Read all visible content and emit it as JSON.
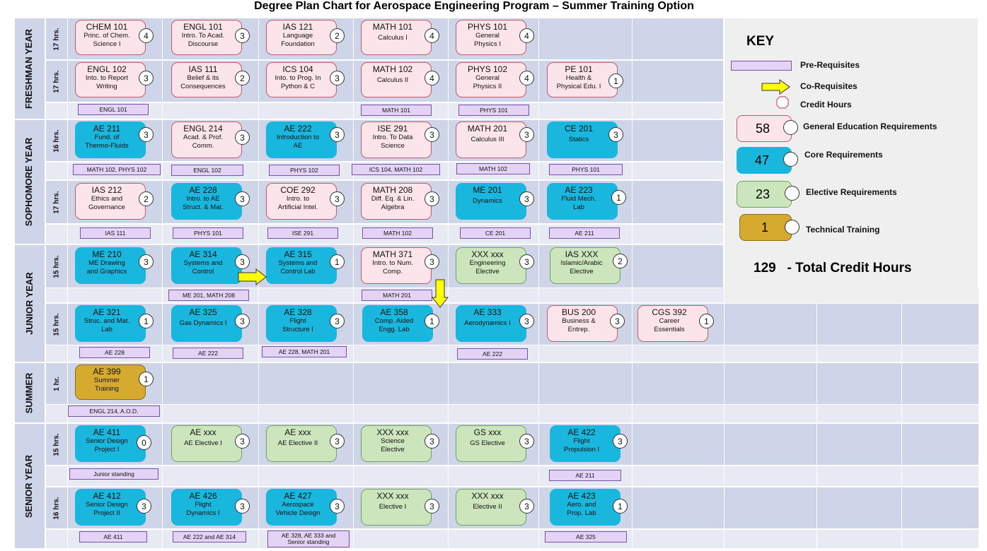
{
  "title": "Degree Plan Chart for Aerospace Engineering Program – Summer Training Option",
  "years": {
    "freshman": "FRESHMAN YEAR",
    "sophomore": "SOPHOMORE YEAR",
    "junior": "JUNIOR YEAR",
    "summer": "SUMMER",
    "senior": "SENIOR YEAR"
  },
  "semester_hours": [
    "17 hrs.",
    "17 hrs.",
    "16 hrs.",
    "17 hrs.",
    "15 hrs.",
    "15 hrs.",
    "1 hr.",
    "15 hrs.",
    "16 hrs."
  ],
  "courses": [
    {
      "code": "CHEM 101",
      "name": "Princ. of Chem.\nScience I",
      "credits": "4",
      "type": "gen"
    },
    {
      "code": "ENGL 101",
      "name": "Intro. To Acad.\nDiscourse",
      "credits": "3",
      "type": "gen"
    },
    {
      "code": "IAS 121",
      "name": "Language\nFoundation",
      "credits": "2",
      "type": "gen"
    },
    {
      "code": "MATH 101",
      "name": "Calculus I",
      "credits": "4",
      "type": "gen"
    },
    {
      "code": "PHYS 101",
      "name": "General\nPhysics I",
      "credits": "4",
      "type": "gen"
    },
    {
      "code": "ENGL 102",
      "name": "Into. to Report\nWriting",
      "credits": "3",
      "type": "gen"
    },
    {
      "code": "IAS 111",
      "name": "Belief & its\nConsequences",
      "credits": "2",
      "type": "gen"
    },
    {
      "code": "ICS 104",
      "name": "Into. to Prog. In\nPython & C",
      "credits": "3",
      "type": "gen"
    },
    {
      "code": "MATH 102",
      "name": "Calculus II",
      "credits": "4",
      "type": "gen"
    },
    {
      "code": "PHYS 102",
      "name": "General\nPhysics II",
      "credits": "4",
      "type": "gen"
    },
    {
      "code": "PE 101",
      "name": "Health &\nPhysical Edu. I",
      "credits": "1",
      "type": "gen"
    },
    {
      "code": "AE 211",
      "name": "Fund. of\nThermo-Fluids",
      "credits": "3",
      "type": "core"
    },
    {
      "code": "ENGL 214",
      "name": "Acad. & Prof.\nComm.",
      "credits": "3",
      "type": "gen"
    },
    {
      "code": "AE 222",
      "name": "Introduction to\nAE",
      "credits": "3",
      "type": "core"
    },
    {
      "code": "ISE 291",
      "name": "Intro. To Data\nScience",
      "credits": "3",
      "type": "gen"
    },
    {
      "code": "MATH 201",
      "name": "Calculus III",
      "credits": "3",
      "type": "gen"
    },
    {
      "code": "CE 201",
      "name": "Statics",
      "credits": "3",
      "type": "core"
    },
    {
      "code": "IAS 212",
      "name": "Ethics and\nGovernance",
      "credits": "2",
      "type": "gen"
    },
    {
      "code": "AE 228",
      "name": "Intro. to AE\nStruct. & Mat.",
      "credits": "3",
      "type": "core"
    },
    {
      "code": "COE 292",
      "name": "Intro. to\nArtificial Intel.",
      "credits": "3",
      "type": "gen"
    },
    {
      "code": "MATH 208",
      "name": "Diff. Eq. & Lin.\nAlgebra",
      "credits": "3",
      "type": "gen"
    },
    {
      "code": "ME 201",
      "name": "Dynamics",
      "credits": "3",
      "type": "core"
    },
    {
      "code": "AE 223",
      "name": "Fluid Mech.\nLab",
      "credits": "1",
      "type": "core"
    },
    {
      "code": "ME 210",
      "name": "ME Drawing\nand Graphics",
      "credits": "3",
      "type": "core"
    },
    {
      "code": "AE 314",
      "name": "Systems and\nControl",
      "credits": "3",
      "type": "core"
    },
    {
      "code": "AE 315",
      "name": "Systems and\nControl Lab",
      "credits": "1",
      "type": "core"
    },
    {
      "code": "MATH 371",
      "name": "Intro. to Num.\nComp.",
      "credits": "3",
      "type": "gen"
    },
    {
      "code": "XXX xxx",
      "name": "Engineering\nElective",
      "credits": "3",
      "type": "elec"
    },
    {
      "code": "IAS XXX",
      "name": "Islamic/Arabic\nElective",
      "credits": "2",
      "type": "elec"
    },
    {
      "code": "AE 321",
      "name": "Struc. and Mat.\nLab",
      "credits": "1",
      "type": "core"
    },
    {
      "code": "AE 325",
      "name": "Gas Dynamics I",
      "credits": "3",
      "type": "core"
    },
    {
      "code": "AE 328",
      "name": "Flight\nStructure I",
      "credits": "3",
      "type": "core"
    },
    {
      "code": "AE 358",
      "name": "Comp. Aided\nEngg. Lab",
      "credits": "1",
      "type": "core"
    },
    {
      "code": "AE 333",
      "name": "Aerodynamics I",
      "credits": "3",
      "type": "core"
    },
    {
      "code": "BUS 200",
      "name": "Business &\nEntrep.",
      "credits": "3",
      "type": "gen"
    },
    {
      "code": "CGS 392",
      "name": "Career\nEssentials",
      "credits": "1",
      "type": "gen"
    },
    {
      "code": "AE 399",
      "name": "Summer\nTraining",
      "credits": "1",
      "type": "tech"
    },
    {
      "code": "AE 411",
      "name": "Senior Design\nProject I",
      "credits": "0",
      "type": "core"
    },
    {
      "code": "AE xxx",
      "name": "AE Elective I",
      "credits": "3",
      "type": "elec"
    },
    {
      "code": "AE xxx",
      "name": "AE Elective II",
      "credits": "3",
      "type": "elec"
    },
    {
      "code": "XXX xxx",
      "name": "Science\nElective",
      "credits": "3",
      "type": "elec"
    },
    {
      "code": "GS xxx",
      "name": "GS Elective",
      "credits": "3",
      "type": "elec"
    },
    {
      "code": "AE 422",
      "name": "Flight\nPropulsion I",
      "credits": "3",
      "type": "core"
    },
    {
      "code": "AE 412",
      "name": "Senior Design\nProject II",
      "credits": "3",
      "type": "core"
    },
    {
      "code": "AE 426",
      "name": "Flight\nDynamics I",
      "credits": "3",
      "type": "core"
    },
    {
      "code": "AE 427",
      "name": "Aerospace\nVehicle Design",
      "credits": "3",
      "type": "core"
    },
    {
      "code": "XXX xxx",
      "name": "Elective I",
      "credits": "3",
      "type": "elec"
    },
    {
      "code": "XXX xxx",
      "name": "Elective II",
      "credits": "3",
      "type": "elec"
    },
    {
      "code": "AE 423",
      "name": "Aero. and\nProp. Lab",
      "credits": "1",
      "type": "core"
    }
  ],
  "prereqs": [
    "ENGL 101",
    "MATH 101",
    "PHYS 101",
    "MATH 102, PHYS 102",
    "ENGL 102",
    "PHYS 102",
    "ICS 104, MATH 102",
    "MATH 102",
    "PHYS 101",
    "IAS 111",
    "PHYS 101",
    "ISE 291",
    "MATH 102",
    "CE 201",
    "AE 211",
    "ME 201, MATH 208",
    "MATH 201",
    "AE 228",
    "AE 222",
    "AE 228, MATH 201",
    "AE 222",
    "ENGL 214,  A.O.D.",
    "Junior standing",
    "AE 211",
    "AE 411",
    "AE 222 and AE 314",
    "AE 328, AE 333 and\nSenior standing",
    "AE 325"
  ],
  "key": {
    "title": "KEY",
    "prereq": "Pre-Requisites",
    "coreq": "Co-Requisites",
    "credit": "Credit Hours",
    "gen_count": "58",
    "gen_label": "General Education Requirements",
    "core_count": "47",
    "core_label": "Core Requirements",
    "elec_count": "23",
    "elec_label": "Elective Requirements",
    "tech_count": "1",
    "tech_label": "Technical Training",
    "total": "129   - Total Credit Hours"
  },
  "colors": {
    "gen_fill": "#fbe5ea",
    "core_fill": "#19b6de",
    "elective_fill": "#cde5bd",
    "technical_fill": "#d6aa2f",
    "prereq_fill": "#e3d3f5",
    "coreq_arrow": "#ffff00",
    "row_band": "#cfd5e8"
  }
}
